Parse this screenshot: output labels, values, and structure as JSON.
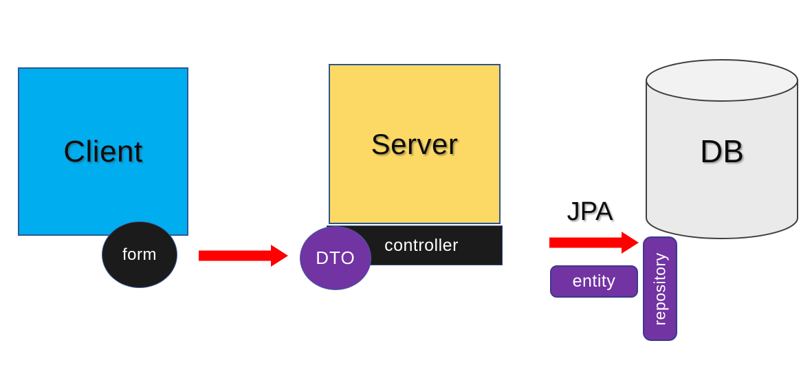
{
  "diagram": {
    "nodes": {
      "client": "Client",
      "form": "form",
      "server": "Server",
      "controller": "controller",
      "dto": "DTO",
      "jpa": "JPA",
      "db": "DB",
      "entity": "entity",
      "repository": "repository"
    },
    "colors": {
      "client_fill": "#00ADEF",
      "server_fill": "#FCD964",
      "black_fill": "#1B1B1B",
      "purple_fill": "#7233A3",
      "arrow_red": "#FF0000",
      "db_fill": "#EAEAEA",
      "db_top_fill": "#F2F2F2",
      "outline_blue": "#2C5898",
      "outline_dark": "#3F3F3F"
    }
  }
}
